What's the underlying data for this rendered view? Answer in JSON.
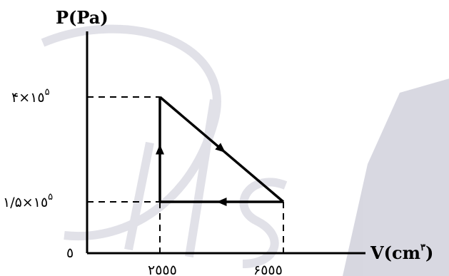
{
  "diagram": {
    "y_axis_label": "P(Pa)",
    "x_axis_label": "V(cm",
    "x_axis_label_exp": "۳",
    "x_axis_label_close": ")",
    "origin_label": "٥",
    "y_ticks": [
      {
        "mantissa": "۴×۱٥",
        "exp": "۵",
        "value_pa": 400000
      },
      {
        "mantissa": "۱/۵×۱٥",
        "exp": "۵",
        "value_pa": 150000
      }
    ],
    "x_ticks": [
      {
        "label": "۲٥٥٥",
        "value_cm3": 2000
      },
      {
        "label": "۶٥٥٥",
        "value_cm3": 6000
      }
    ],
    "watermark_text": "Drhs",
    "colors": {
      "ink": "#000000",
      "watermark": "#c9c9d6"
    }
  },
  "chart_data": {
    "type": "line",
    "x_unit": "cm³",
    "y_unit": "Pa",
    "cycle": [
      {
        "from": [
          2000,
          150000
        ],
        "to": [
          2000,
          400000
        ]
      },
      {
        "from": [
          2000,
          400000
        ],
        "to": [
          6000,
          150000
        ]
      },
      {
        "from": [
          6000,
          150000
        ],
        "to": [
          2000,
          150000
        ]
      }
    ]
  }
}
